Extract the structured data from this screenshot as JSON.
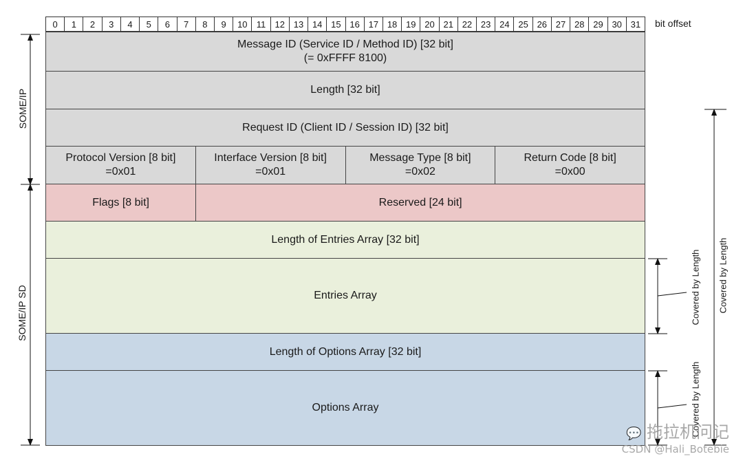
{
  "bit_offsets": [
    "0",
    "1",
    "2",
    "3",
    "4",
    "5",
    "6",
    "7",
    "8",
    "9",
    "10",
    "11",
    "12",
    "13",
    "14",
    "15",
    "16",
    "17",
    "18",
    "19",
    "20",
    "21",
    "22",
    "23",
    "24",
    "25",
    "26",
    "27",
    "28",
    "29",
    "30",
    "31"
  ],
  "bit_offset_label": "bit offset",
  "header": {
    "message_id": {
      "line1": "Message ID (Service ID / Method ID) [32 bit]",
      "line2": "(= 0xFFFF 8100)"
    },
    "length": "Length [32 bit]",
    "request_id": "Request ID (Client ID / Session ID) [32 bit]",
    "fields": [
      {
        "name": "Protocol Version [8 bit]",
        "value": "=0x01"
      },
      {
        "name": "Interface Version [8 bit]",
        "value": "=0x01"
      },
      {
        "name": "Message Type [8 bit]",
        "value": "=0x02"
      },
      {
        "name": "Return Code [8 bit]",
        "value": "=0x00"
      }
    ]
  },
  "sd": {
    "flags": "Flags [8 bit]",
    "reserved": "Reserved [24 bit]",
    "length_entries": "Length of Entries Array  [32 bit]",
    "entries": "Entries Array",
    "length_options": "Length of Options Array  [32 bit]",
    "options": "Options Array"
  },
  "side_labels": {
    "some_ip": "SOME/IP",
    "some_ip_sd": "SOME/IP SD",
    "covered_entries": "Covered by Length",
    "covered_options": "Covered by Length",
    "covered_total": "Covered by Length"
  },
  "watermark": {
    "line1": "拖拉机问记",
    "line2": "CSDN @Hali_Botebie"
  },
  "colors": {
    "gray": "#d9d9d9",
    "pink": "#ecc8c8",
    "green": "#eaf0dc",
    "blue": "#c8d7e6"
  }
}
